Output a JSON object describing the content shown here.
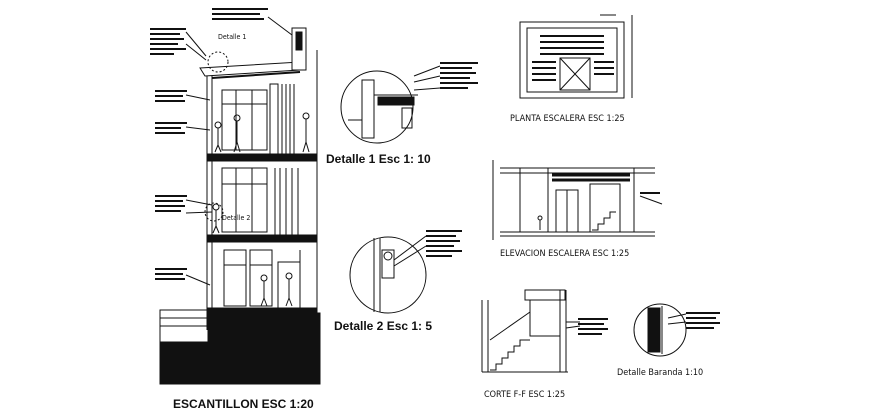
{
  "drawing": {
    "escantillon": {
      "title": "ESCANTILLON ESC 1:20",
      "callout_detail_1": "Detalle 1",
      "callout_detail_2": "Detalle 2"
    },
    "detalle_1": {
      "title": "Detalle 1  Esc 1: 10"
    },
    "detalle_2": {
      "title": "Detalle 2  Esc 1: 5"
    },
    "planta_escalera": {
      "title": "PLANTA ESCALERA ESC 1:25"
    },
    "elevacion_escalera": {
      "title": "ELEVACION ESCALERA ESC 1:25"
    },
    "corte_ff": {
      "title": "CORTE F-F ESC 1:25"
    },
    "detalle_baranda": {
      "title": "Detalle Baranda 1:10"
    }
  }
}
